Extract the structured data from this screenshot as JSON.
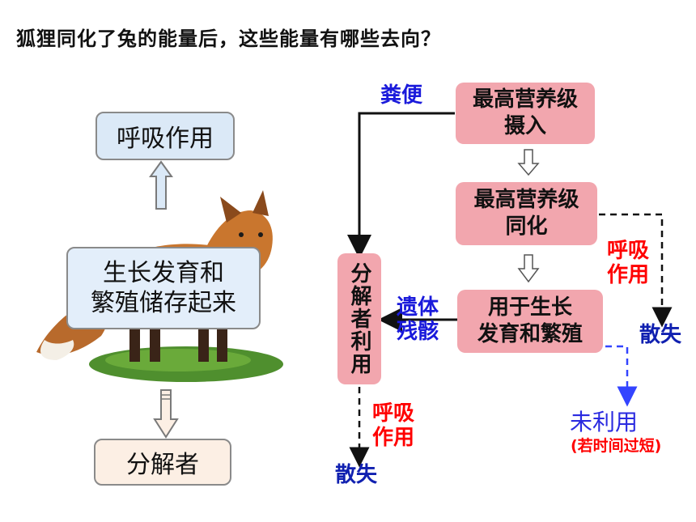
{
  "title": "狐狸同化了兔的能量后，这些能量有哪些去向？",
  "left": {
    "respiration": "呼吸作用",
    "growth_line1": "生长发育和",
    "growth_line2": "繁殖储存起来",
    "decomposer": "分解者"
  },
  "right": {
    "intake_line1": "最高营养级",
    "intake_line2": "摄入",
    "assim_line1": "最高营养级",
    "assim_line2": "同化",
    "growth_line1": "用于生长",
    "growth_line2": "发育和繁殖",
    "decomp_vertical": "分解者利用",
    "feces": "粪便",
    "remains_line1": "遗体",
    "remains_line2": "残骸",
    "resp1_line1": "呼吸",
    "resp1_line2": "作用",
    "resp2_line1": "呼吸",
    "resp2_line2": "作用",
    "lost1": "散失",
    "lost2": "散失",
    "unused": "未利用",
    "unused_note": "(若时间过短)"
  },
  "colors": {
    "pink": "#f2a6ae",
    "light_blue": "#dbe9f7",
    "peach": "#fcefe4",
    "blue_label": "#1a1adb",
    "red_label": "#ff0000",
    "dashed_blue": "#3344ff"
  },
  "icons": [
    "fox-image",
    "hollow-down-arrow-icon",
    "hollow-up-arrow-icon"
  ]
}
